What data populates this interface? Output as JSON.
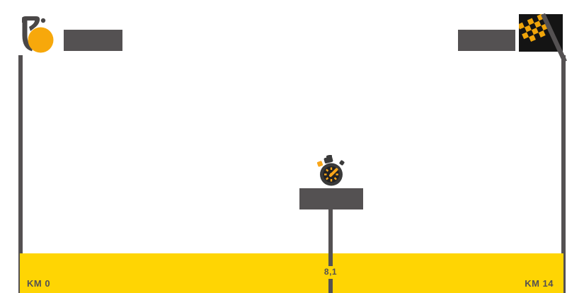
{
  "colors": {
    "profile_yellow": "#FFD503",
    "accent_orange": "#F7A80B",
    "ui_gray": "#545152",
    "icon_black": "#141414"
  },
  "profile": {
    "start": {
      "icon": "cyclist-start-icon",
      "km_label": "KM 0"
    },
    "intermediate": {
      "icon": "stopwatch-icon",
      "km_label": "8,1"
    },
    "finish": {
      "icon": "finish-flag-icon",
      "km_label": "KM 14"
    }
  },
  "chart_data": {
    "type": "area",
    "title": "",
    "x_unit": "km",
    "x_range": [
      0,
      14
    ],
    "elevation_profile": "flat",
    "grid": false,
    "markers": [
      {
        "x": 0,
        "label": "KM 0",
        "kind": "start"
      },
      {
        "x": 8.1,
        "label": "8,1",
        "kind": "intermediate-time-check"
      },
      {
        "x": 14,
        "label": "KM 14",
        "kind": "finish"
      }
    ]
  }
}
